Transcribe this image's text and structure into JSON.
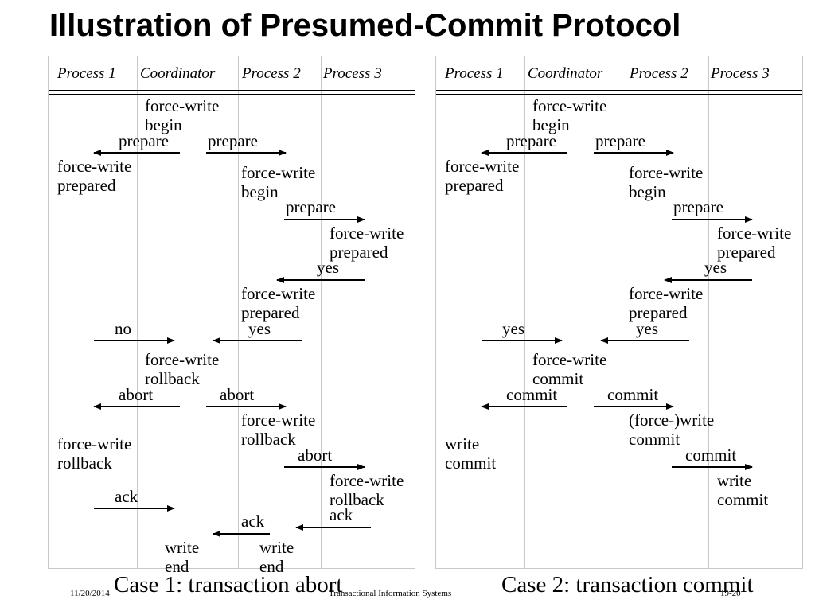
{
  "title": "Illustration of Presumed-Commit Protocol",
  "headers": [
    "Process 1",
    "Coordinator",
    "Process 2",
    "Process 3"
  ],
  "case1": {
    "caption": "Case 1: transaction abort",
    "labels": {
      "fw_begin_coord": [
        "force-write",
        "begin"
      ],
      "prepare_p1": "prepare",
      "prepare_p2": "prepare",
      "fw_prepared_p1": [
        "force-write",
        "prepared"
      ],
      "fw_begin_p2": [
        "force-write",
        "begin"
      ],
      "prepare_p3": "prepare",
      "fw_prepared_p3": [
        "force-write",
        "prepared"
      ],
      "yes_p3": "yes",
      "fw_prepared_p2": [
        "force-write",
        "prepared"
      ],
      "no_p1": "no",
      "yes_p2": "yes",
      "fw_rollback_coord": [
        "force-write",
        "rollback"
      ],
      "abort_p1": "abort",
      "abort_p2": "abort",
      "fw_rollback_p2": [
        "force-write",
        "rollback"
      ],
      "fw_rollback_p1": [
        "force-write",
        "rollback"
      ],
      "abort_p3": "abort",
      "fw_rollback_p3": [
        "force-write",
        "rollback"
      ],
      "ack_p1": "ack",
      "ack_p3": "ack",
      "ack_p2": "ack",
      "write_end_coord": [
        "write",
        "end"
      ],
      "write_end_p2": [
        "write",
        "end"
      ]
    }
  },
  "case2": {
    "caption": "Case 2: transaction commit",
    "labels": {
      "fw_begin_coord": [
        "force-write",
        "begin"
      ],
      "prepare_p1": "prepare",
      "prepare_p2": "prepare",
      "fw_prepared_p1": [
        "force-write",
        "prepared"
      ],
      "fw_begin_p2": [
        "force-write",
        "begin"
      ],
      "prepare_p3": "prepare",
      "fw_prepared_p3": [
        "force-write",
        "prepared"
      ],
      "yes_p3": "yes",
      "fw_prepared_p2": [
        "force-write",
        "prepared"
      ],
      "yes_p1": "yes",
      "yes_p2": "yes",
      "fw_commit_coord": [
        "force-write",
        "commit"
      ],
      "commit_p1": "commit",
      "commit_p2": "commit",
      "write_commit_p2": [
        "(force-)write",
        "commit"
      ],
      "write_commit_p1": [
        "write",
        "commit"
      ],
      "commit_p3": "commit",
      "write_commit_p3": [
        "write",
        "commit"
      ]
    }
  },
  "footer": {
    "date": "11/20/2014",
    "center": "Transactional Information Systems",
    "page": "19-20"
  }
}
